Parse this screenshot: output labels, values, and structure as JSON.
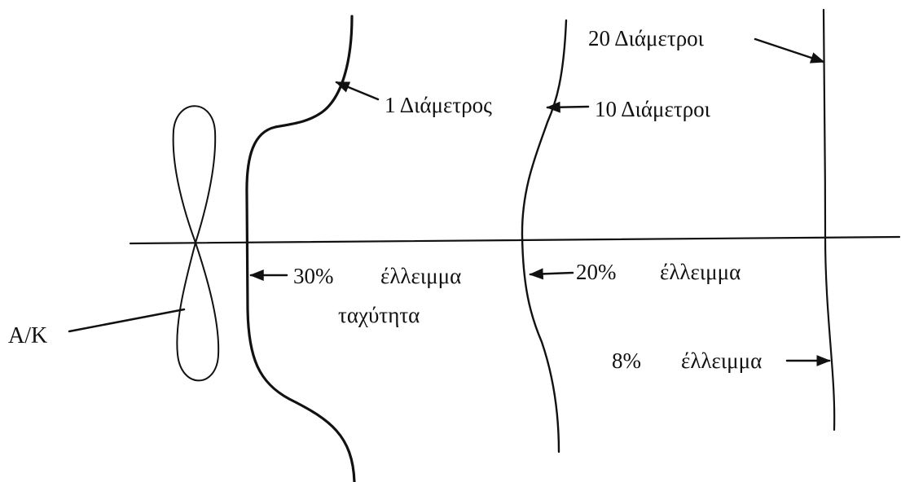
{
  "labels": {
    "one_diameter": "1 Διάμετρος",
    "ten_diameters": "10 Διάμετροι",
    "twenty_diameters": "20 Διάμετροι",
    "deficit_30_pct": "30%",
    "deficit_30_word": "έλλειμμα",
    "deficit_30_sub": "ταχύτητα",
    "deficit_20_pct": "20%",
    "deficit_20_word": "έλλειμμα",
    "deficit_8_pct": "8%",
    "deficit_8_word": "έλλειμμα",
    "turbine": "Α/Κ"
  },
  "colors": {
    "ink": "#111111",
    "background": "#ffffff"
  }
}
